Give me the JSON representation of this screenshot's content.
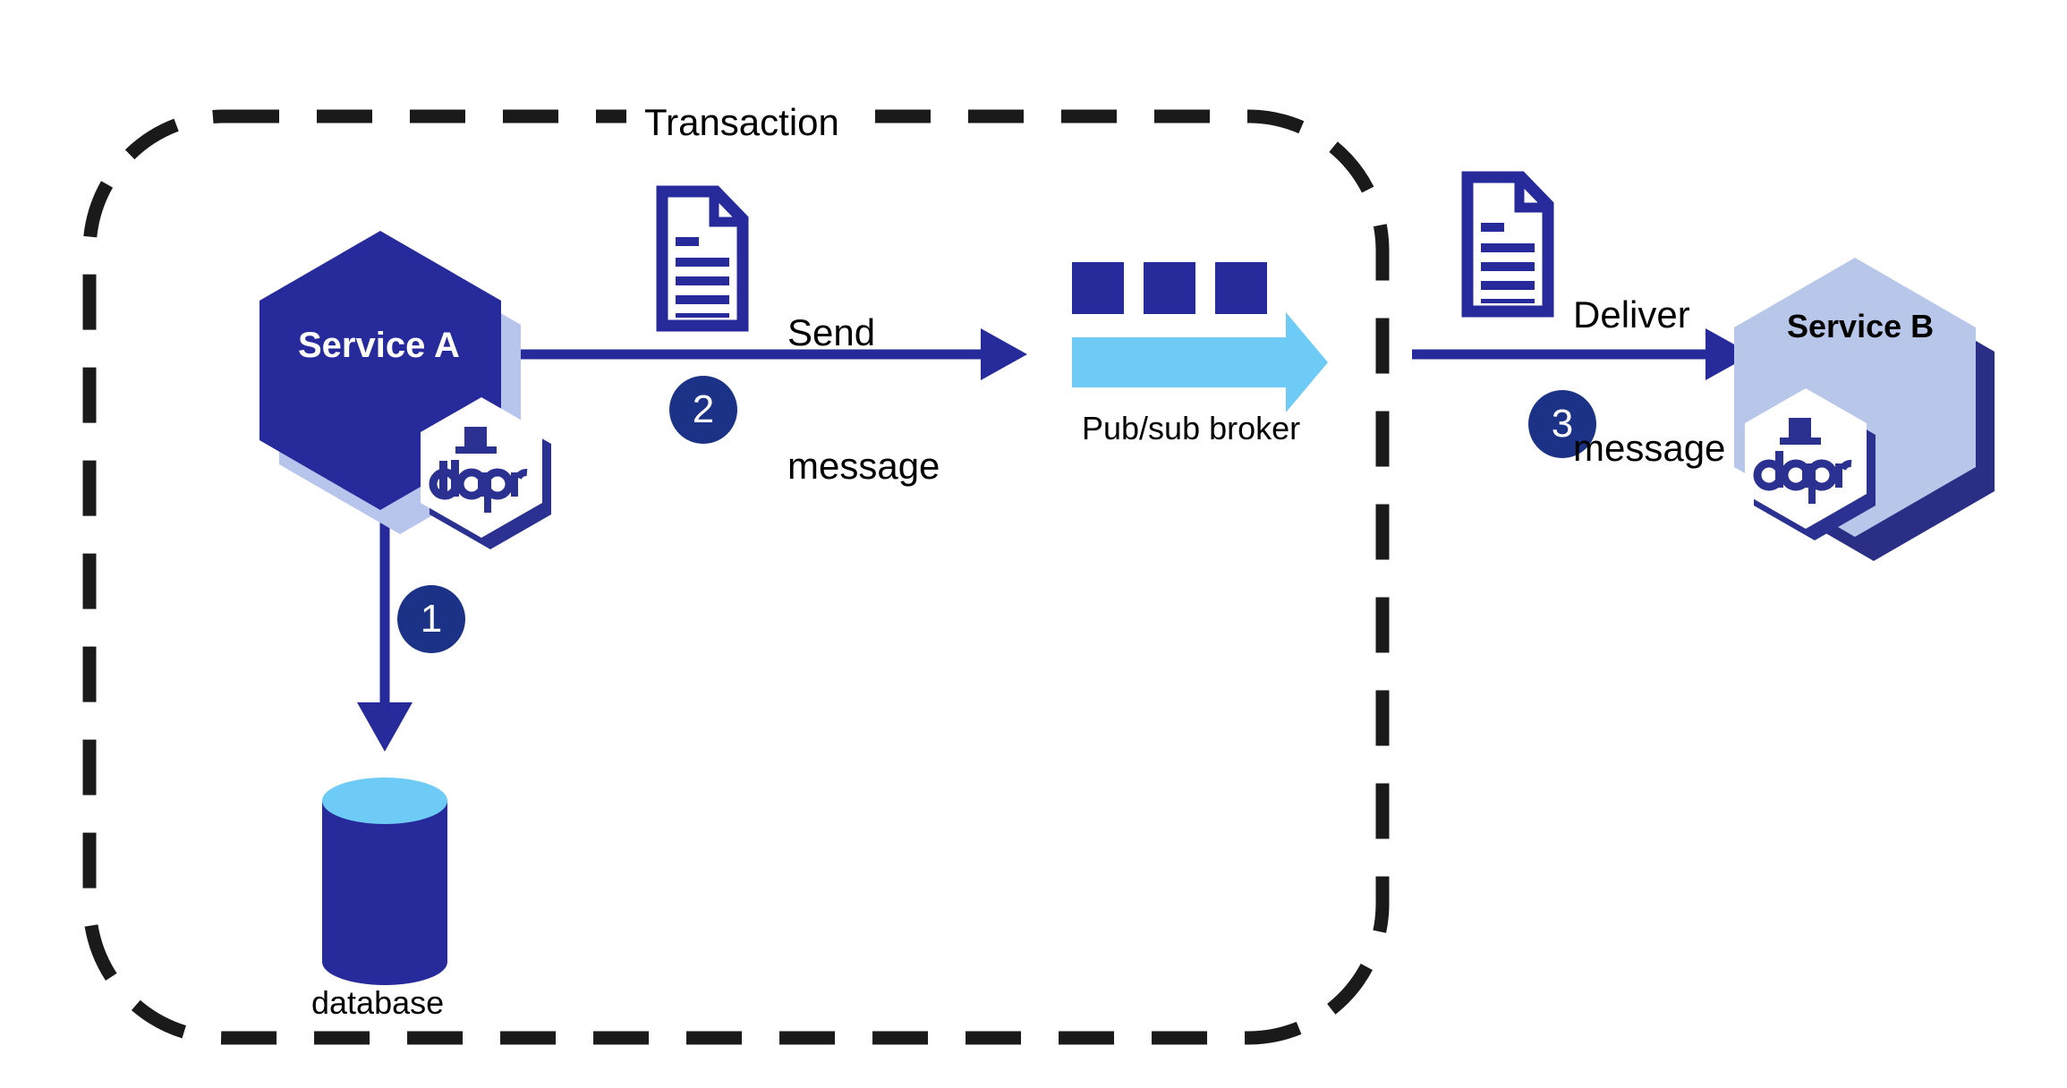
{
  "diagram": {
    "title": "Dapr pub/sub transactional messaging flow",
    "boundary": {
      "label": "Transaction",
      "style": "dashed-rounded-rectangle",
      "color": "#1a1a1a"
    },
    "colors": {
      "navy": "#262a9b",
      "deep_navy": "#1b2074",
      "light_lavender": "#b7c4ec",
      "service_b_fill": "#b8c6ea",
      "sky_blue": "#6ecbf5",
      "white": "#ffffff",
      "black": "#000000",
      "dapr_blue": "#2b3190"
    },
    "nodes": [
      {
        "id": "service-a",
        "label": "Service A",
        "shape": "hexagon",
        "fill": "#262a9b",
        "text_color": "#ffffff",
        "has_dapr_sidecar": true,
        "inside_transaction": true
      },
      {
        "id": "database",
        "label": "database",
        "shape": "cylinder",
        "body_fill": "#262a9b",
        "top_fill": "#6ecbf5",
        "inside_transaction": true
      },
      {
        "id": "pubsub-broker",
        "label": "Pub/sub broker",
        "shape": "arrow-with-squares",
        "square_fill": "#262a9b",
        "arrow_fill": "#6ecbf5",
        "square_count": 3,
        "inside_transaction": false
      },
      {
        "id": "service-b",
        "label": "Service B",
        "shape": "hexagon",
        "fill": "#b8c6ea",
        "text_color": "#000000",
        "has_dapr_sidecar": true,
        "inside_transaction": false
      }
    ],
    "dapr_logo": {
      "wordmark": "dapr",
      "icon_name": "dapr-top-hat-icon",
      "fill": "#2b3190",
      "hex_fill": "#ffffff"
    },
    "steps": [
      {
        "number": "1",
        "from": "service-a",
        "to": "database",
        "label": "",
        "direction": "down"
      },
      {
        "number": "2",
        "from": "service-a",
        "to": "pubsub-broker",
        "label": "Send message",
        "direction": "right"
      },
      {
        "number": "3",
        "from": "pubsub-broker",
        "to": "service-b",
        "label": "Deliver message",
        "direction": "right"
      }
    ],
    "message_icons": [
      {
        "id": "send-message-icon",
        "label": "Send message",
        "icon_name": "document-icon"
      },
      {
        "id": "deliver-message-icon",
        "label": "Deliver message",
        "icon_name": "document-icon"
      }
    ],
    "labels": {
      "transaction": "Transaction",
      "service_a": "Service A",
      "service_b": "Service B",
      "database": "database",
      "pubsub_broker": "Pub/sub broker",
      "send_message_line1": "Send",
      "send_message_line2": "message",
      "deliver_message_line1": "Deliver",
      "deliver_message_line2": "message",
      "step_1": "1",
      "step_2": "2",
      "step_3": "3"
    }
  }
}
